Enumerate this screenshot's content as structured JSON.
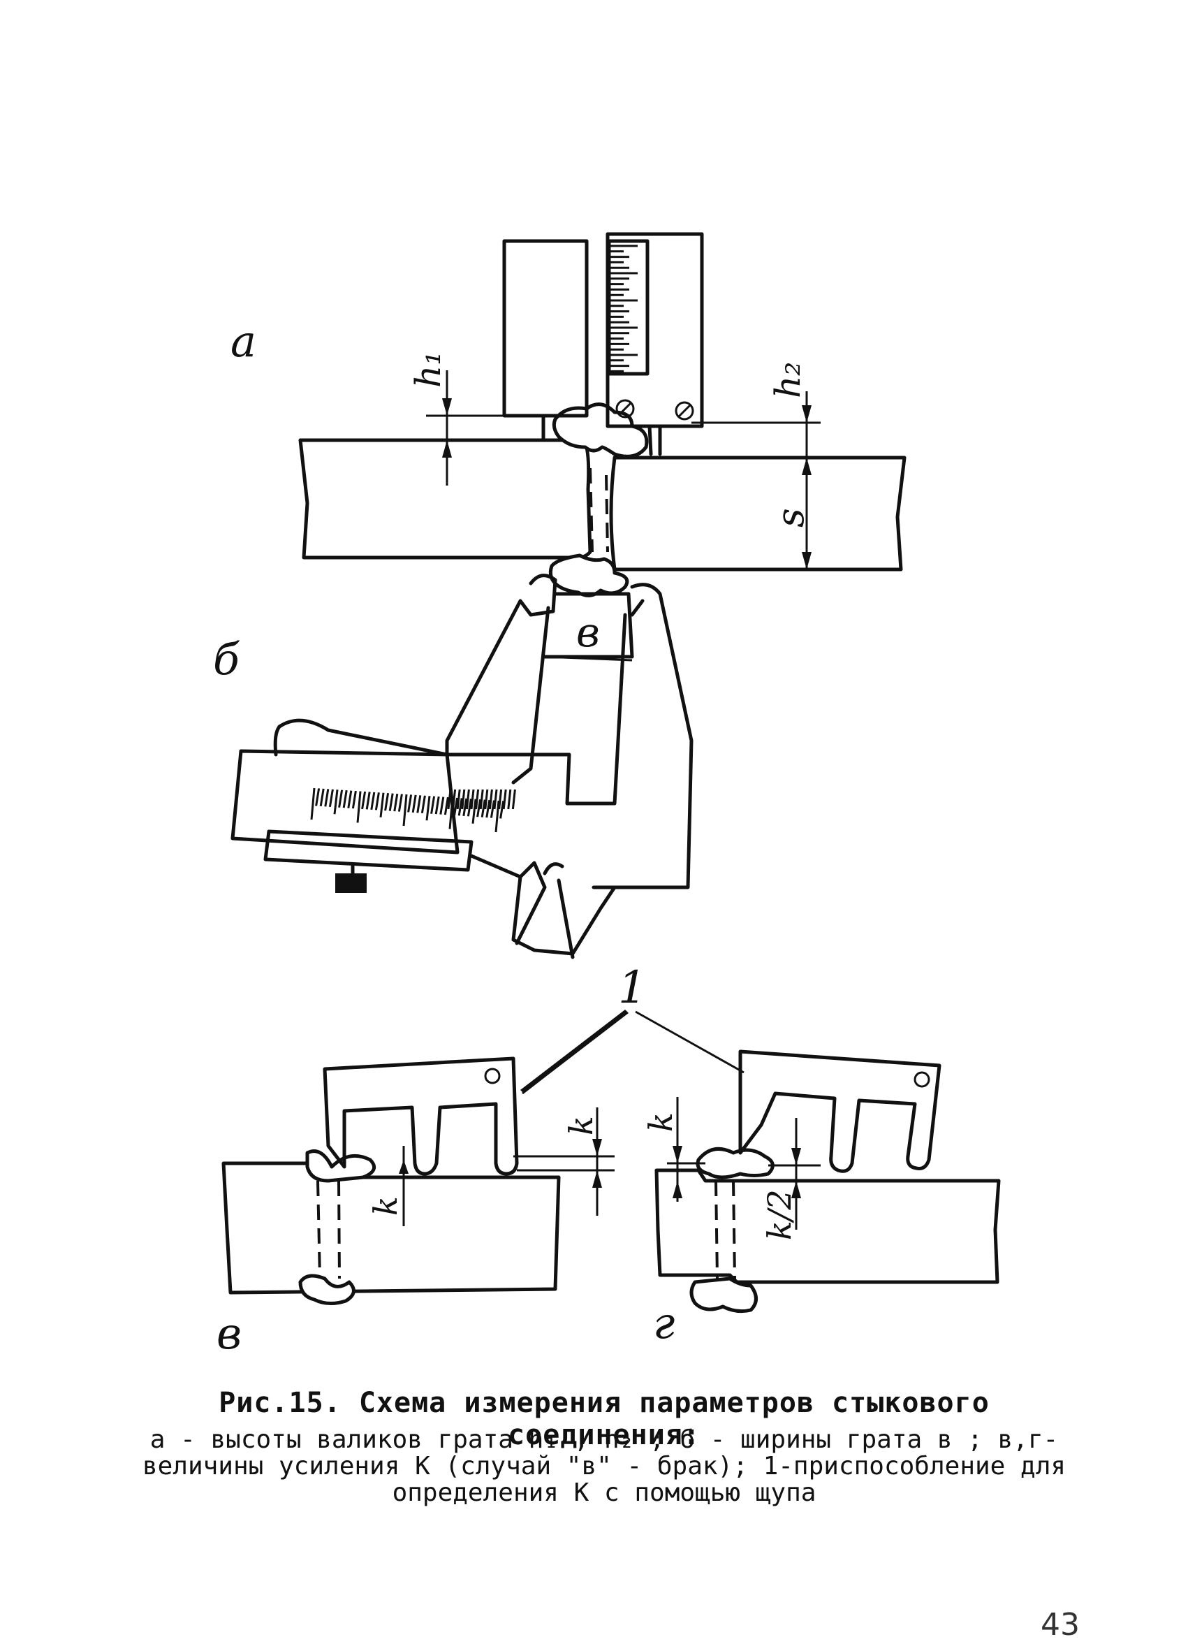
{
  "labels": {
    "a": "а",
    "b": "б",
    "v": "в",
    "g": "г",
    "h1": "h₁",
    "h2": "h₂",
    "s": "s",
    "width": "в",
    "k_left": "k",
    "k_left2": "k",
    "k_right": "k",
    "k_half": "k/2",
    "fixture": "1"
  },
  "caption": {
    "title": "Рис.15. Схема измерения параметров стыкового соединения:",
    "line1": "а - высоты валиков грата h₁ , h₂ ; б - ширины грата в ;  в,г-",
    "line2": "величины усиления К (случай \"в\" - брак); 1-приспособление для",
    "line3": "определения К с помощью щупа"
  },
  "page_number": "43"
}
